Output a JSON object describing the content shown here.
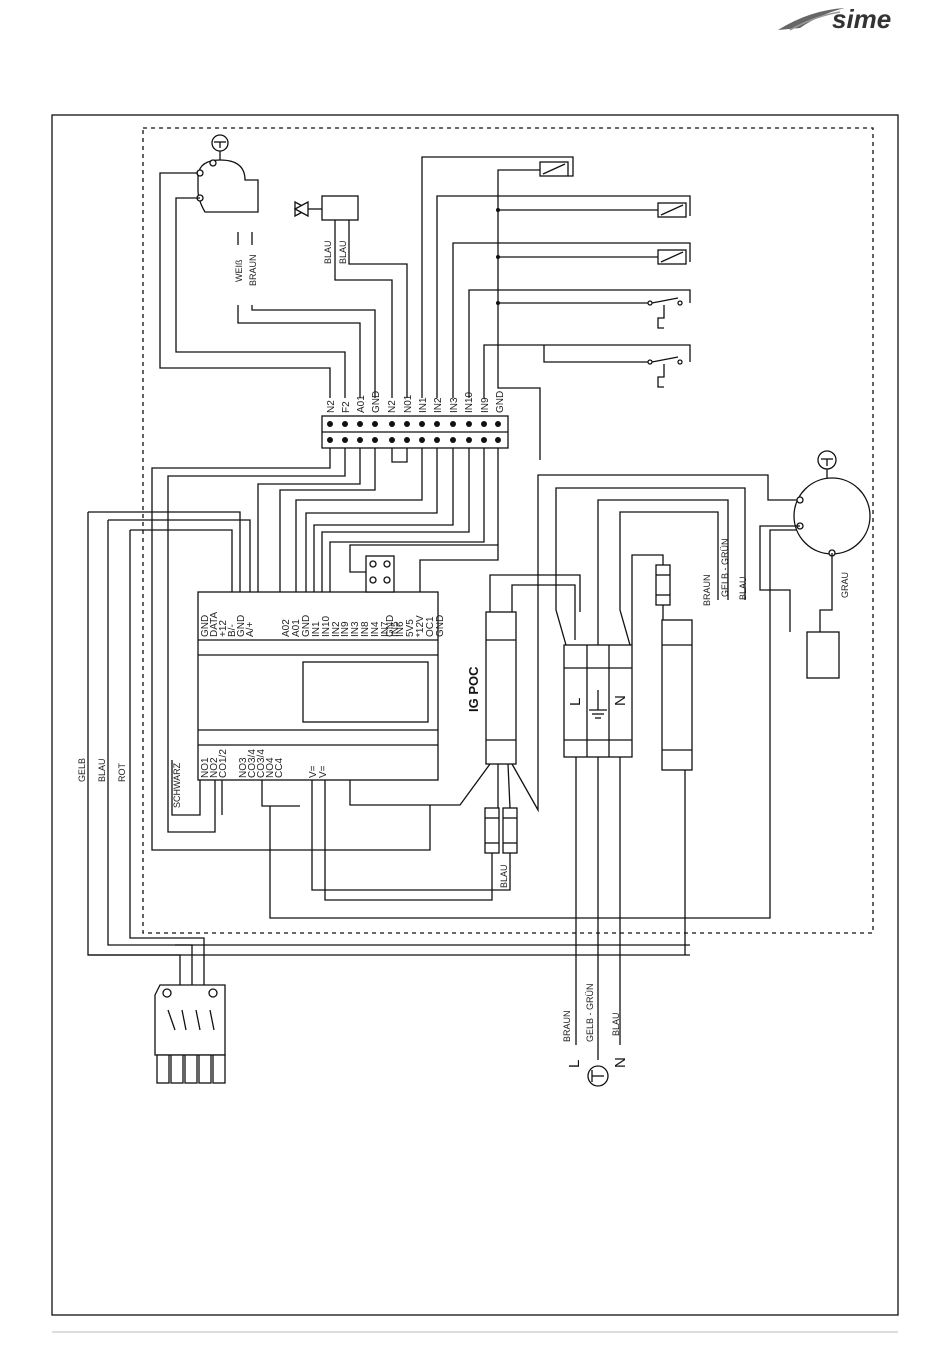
{
  "brand": {
    "logo_text": "sime"
  },
  "module": {
    "name": "IG POC"
  },
  "terminal_strip": {
    "labels": [
      "N2",
      "F2",
      "A01",
      "GND",
      "N2",
      "N01",
      "IN1",
      "IN2",
      "IN3",
      "IN10",
      "IN9",
      "GND"
    ]
  },
  "board": {
    "top_col_1": [
      "GND",
      "DATA",
      "+12",
      "B/-",
      "GND",
      "A/+"
    ],
    "top_col_2": [
      "A02",
      "A01",
      "GND",
      "IN1",
      "IN10",
      "IN2"
    ],
    "top_col_3": [
      "IN9",
      "IN3",
      "IN8",
      "IN4",
      "IN7",
      "IN5"
    ],
    "top_col_4": [
      "GND",
      "IN6",
      "5V5",
      "*12V",
      "OC1",
      "GND"
    ],
    "bottom_col_1": [
      "NO1",
      "NO2",
      "CO1/2"
    ],
    "bottom_col_2": [
      "NO3",
      "CO3/4",
      "CO3/4",
      "NO4",
      "CC4"
    ],
    "bottom_col_3": [
      "V=",
      "V="
    ]
  },
  "wire_colors": {
    "weiss": "WEIß",
    "braun": "BRAUN",
    "blau": "BLAU",
    "gelb_gruen": "GELB - GRÜN",
    "grau": "GRAU",
    "gelb": "GELB",
    "rot": "ROT",
    "schwarz": "SCHWARZ"
  },
  "power_terminal": {
    "l": "L",
    "n": "N"
  },
  "mains": {
    "l": "L",
    "n": "N"
  }
}
